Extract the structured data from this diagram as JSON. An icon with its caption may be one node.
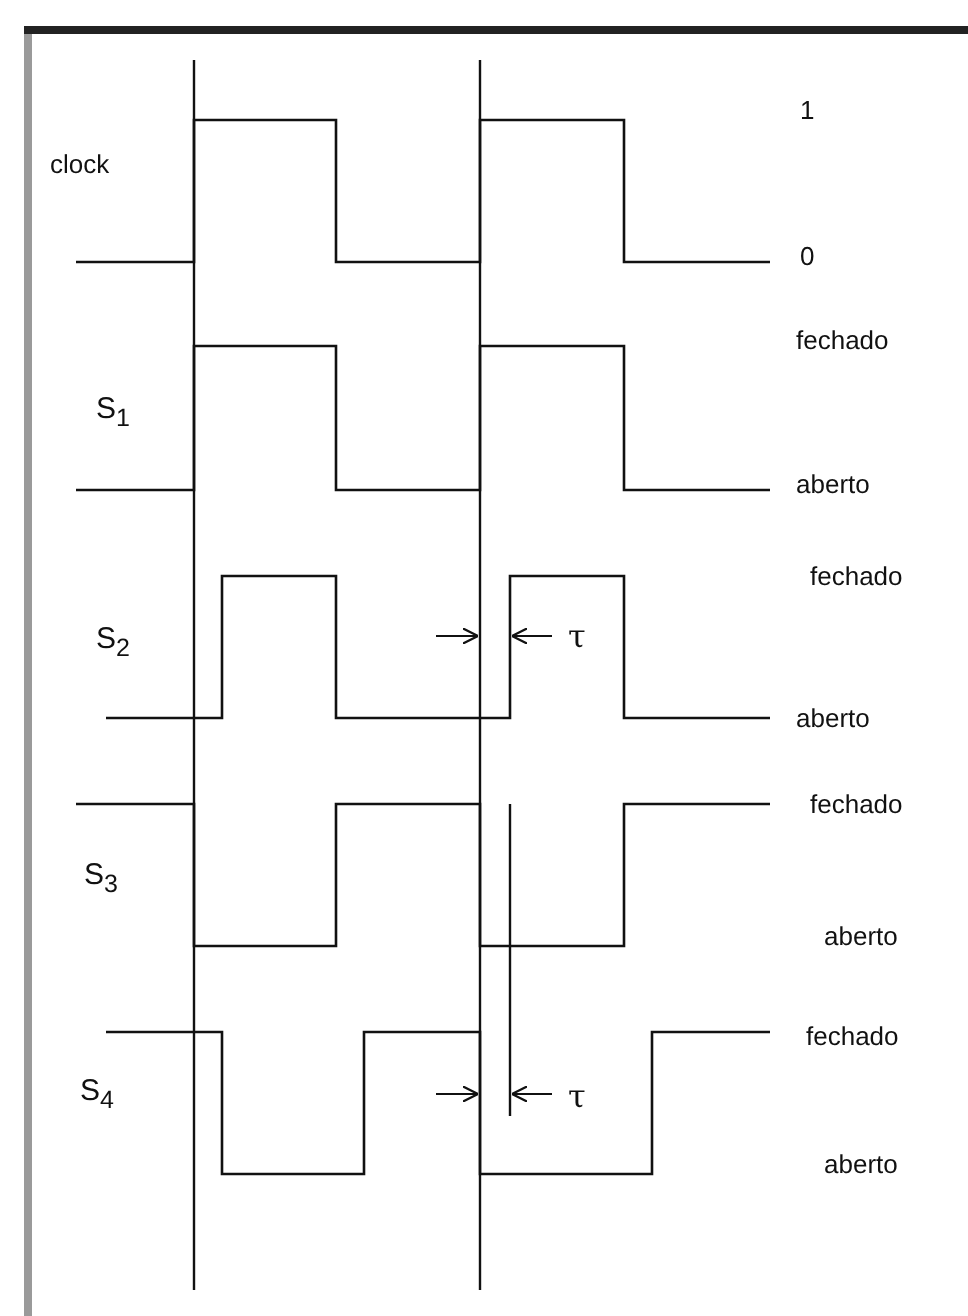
{
  "diagram": {
    "labels": [
      "1",
      "clock",
      "0",
      "fechado",
      "S$_{1}$",
      "aberto",
      "fechado",
      "S$_{2}$",
      "τ",
      "aberto",
      "fechado",
      "S$_{3}$",
      "aberto",
      "fechado",
      "S$_{4}$",
      "τ",
      "aberto"
    ]
  }
}
